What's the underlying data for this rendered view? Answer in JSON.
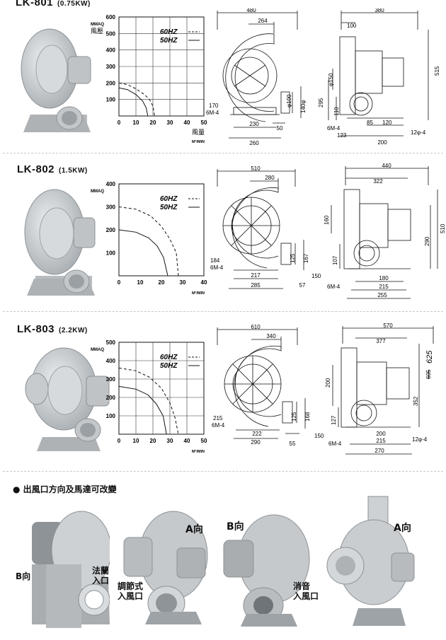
{
  "models": [
    {
      "name": "LK-801",
      "power": "(0.75KW)",
      "chart_data": {
        "type": "line",
        "ylabel_top": "MMAQ",
        "ylabel_cjk": "風壓",
        "xlabel_cjk": "風量",
        "xlabel_unit": "M³/MIN",
        "xlim": [
          0,
          50
        ],
        "ylim": [
          0,
          600
        ],
        "xticks": [
          "0",
          "10",
          "20",
          "30",
          "40",
          "50"
        ],
        "yticks": [
          "100",
          "200",
          "300",
          "400",
          "500",
          "600"
        ],
        "grid": true,
        "legend": [
          "60HZ",
          "50HZ"
        ],
        "series": [
          {
            "name": "60HZ",
            "style": "dashed",
            "points": [
              [
                0,
                200
              ],
              [
                5,
                190
              ],
              [
                10,
                165
              ],
              [
                15,
                130
              ],
              [
                18,
                100
              ],
              [
                20,
                60
              ],
              [
                21,
                0
              ]
            ]
          },
          {
            "name": "50HZ",
            "style": "solid",
            "points": [
              [
                0,
                170
              ],
              [
                5,
                160
              ],
              [
                10,
                130
              ],
              [
                14,
                90
              ],
              [
                16,
                50
              ],
              [
                17,
                0
              ]
            ]
          }
        ]
      },
      "dims": {
        "d1": "480",
        "d2": "264",
        "d3": "170",
        "d4": "6M-4",
        "d5": "230",
        "d6": "260",
        "d7": "50",
        "d8": "φ100",
        "d9": "140φ",
        "s1": "380",
        "s2": "100",
        "s3": "515",
        "s4": "φ150",
        "s5": "295",
        "s6": "110",
        "s7": "6M-4",
        "s8": "123",
        "s9": "85",
        "s10": "120",
        "s11": "200",
        "s12": "12φ-4"
      }
    },
    {
      "name": "LK-802",
      "power": "(1.5KW)",
      "chart_data": {
        "type": "line",
        "ylabel_top": "MMAQ",
        "xlabel_unit": "M³/MIN",
        "xlim": [
          0,
          40
        ],
        "ylim": [
          0,
          400
        ],
        "xticks": [
          "0",
          "10",
          "20",
          "30",
          "40"
        ],
        "yticks": [
          "100",
          "200",
          "300",
          "400"
        ],
        "grid": false,
        "legend": [
          "60HZ",
          "50HZ"
        ],
        "series": [
          {
            "name": "60HZ",
            "style": "dashed",
            "points": [
              [
                0,
                300
              ],
              [
                8,
                290
              ],
              [
                15,
                260
              ],
              [
                20,
                215
              ],
              [
                24,
                160
              ],
              [
                27,
                100
              ],
              [
                28,
                0
              ]
            ]
          },
          {
            "name": "50HZ",
            "style": "solid",
            "points": [
              [
                0,
                200
              ],
              [
                8,
                190
              ],
              [
                14,
                165
              ],
              [
                18,
                130
              ],
              [
                21,
                80
              ],
              [
                23,
                0
              ]
            ]
          }
        ]
      },
      "dims": {
        "d1": "510",
        "d2": "280",
        "d3": "184",
        "d4": "6M-4",
        "d5": "217",
        "d6": "285",
        "d7": "57",
        "d8": "125",
        "d9": "167",
        "s1": "440",
        "s2": "322",
        "s3": "510",
        "s4": "160",
        "s5": "290",
        "s6": "107",
        "s7": "150",
        "s8": "6M-4",
        "s9": "180",
        "s10": "215",
        "s11": "255"
      }
    },
    {
      "name": "LK-803",
      "power": "(2.2KW)",
      "chart_data": {
        "type": "line",
        "ylabel_top": "MMAQ",
        "xlabel_unit": "M³/MIN",
        "xlim": [
          0,
          50
        ],
        "ylim": [
          0,
          500
        ],
        "xticks": [
          "0",
          "10",
          "20",
          "30",
          "40",
          "50"
        ],
        "yticks": [
          "100",
          "200",
          "300",
          "400",
          "500"
        ],
        "grid": true,
        "legend": [
          "60HZ",
          "50HZ"
        ],
        "series": [
          {
            "name": "60HZ",
            "style": "dashed",
            "points": [
              [
                0,
                360
              ],
              [
                10,
                345
              ],
              [
                18,
                310
              ],
              [
                25,
                250
              ],
              [
                30,
                170
              ],
              [
                33,
                90
              ],
              [
                35,
                0
              ]
            ]
          },
          {
            "name": "50HZ",
            "style": "solid",
            "points": [
              [
                0,
                260
              ],
              [
                10,
                245
              ],
              [
                17,
                215
              ],
              [
                22,
                165
              ],
              [
                26,
                100
              ],
              [
                28,
                0
              ]
            ]
          }
        ]
      },
      "dims": {
        "d1": "610",
        "d2": "340",
        "d3": "215",
        "d4": "6M-4",
        "d5": "222",
        "d6": "290",
        "d7": "55",
        "d8": "125",
        "d9": "168",
        "s1": "570",
        "s2": "377",
        "s3": "352",
        "s4": "200",
        "s5": "127",
        "s6": "150",
        "s7": "6M-4",
        "s8": "200",
        "s9": "215",
        "s10": "270",
        "s11": "12φ-4",
        "s12": "605",
        "s13": "625"
      }
    }
  ],
  "section": {
    "bullet": "●",
    "note": "出風口方向及馬達可改變"
  },
  "photo_labels": {
    "p1_b": "B向",
    "p1_flange_1": "法蘭",
    "p1_flange_2": "入口",
    "p2_a": "A向",
    "p2_adj_1": "調節式",
    "p2_adj_2": "入風口",
    "p3_b": "B向",
    "p3_silencer_1": "消音",
    "p3_silencer_2": "入風口",
    "p4_a": "A向"
  },
  "colors": {
    "line": "#111111",
    "grid": "#333333",
    "blower_body": "#c9cdd0",
    "blower_shadow": "#9ea3a7"
  }
}
